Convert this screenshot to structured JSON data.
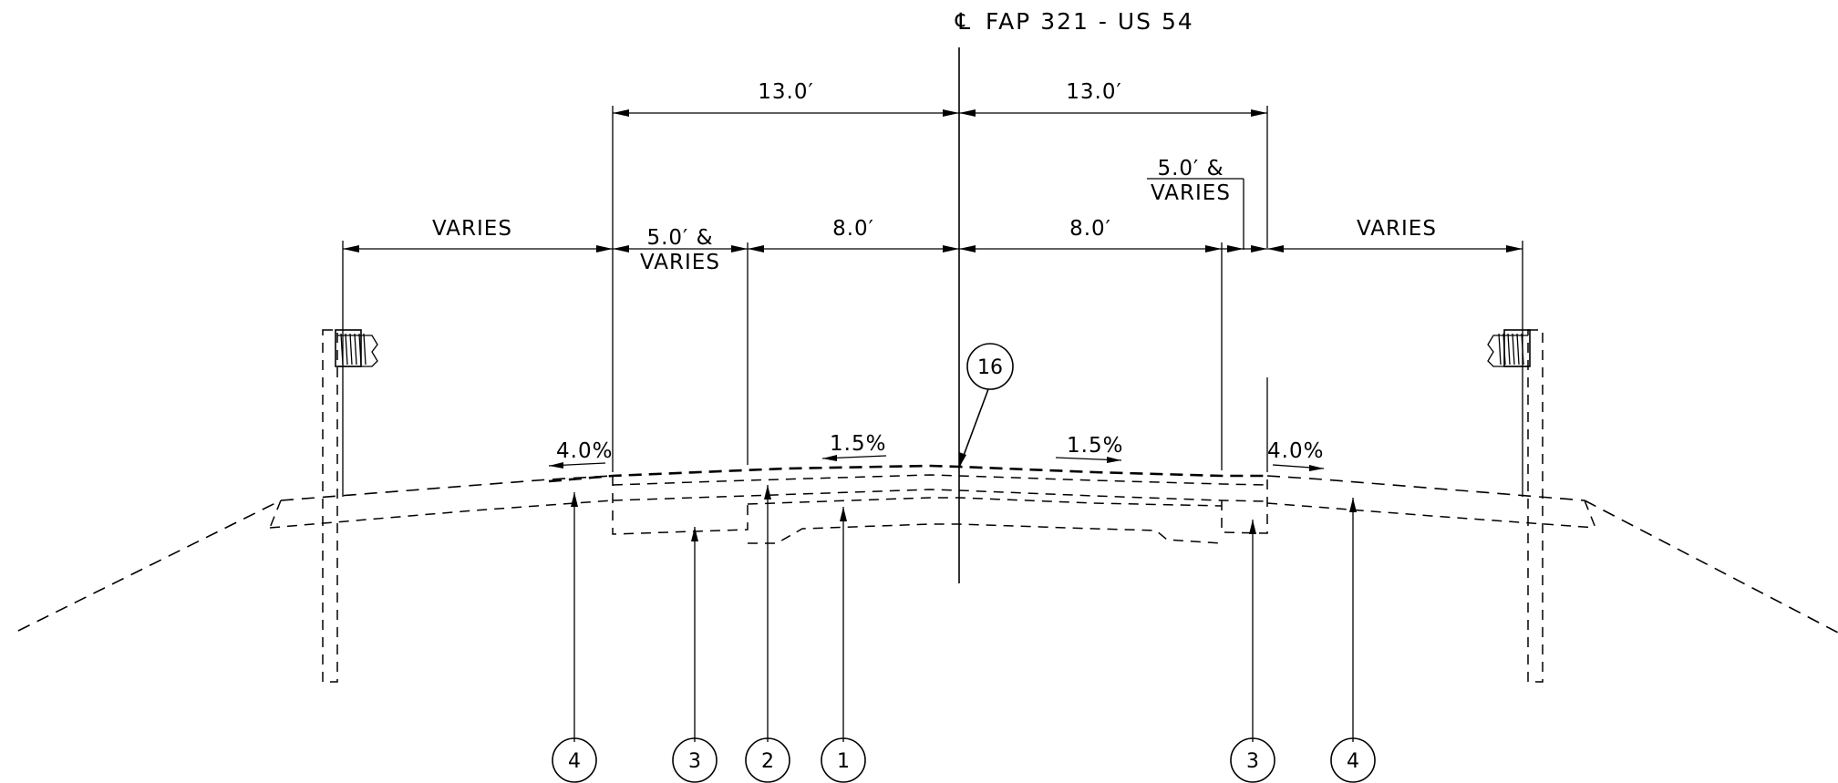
{
  "title": {
    "symbol": "℄",
    "route": "FAP 321 - US 54"
  },
  "dimensions": {
    "left_13": "13.0′",
    "right_13": "13.0′",
    "varies_left": "VARIES",
    "varies_right": "VARIES",
    "shoulder_left_line1": "5.0′ &",
    "shoulder_left_line2": "VARIES",
    "shoulder_right_line1": "5.0′ &",
    "shoulder_right_line2": "VARIES",
    "lane_left": "8.0′",
    "lane_right": "8.0′"
  },
  "slopes": {
    "shoulder_left": "4.0%",
    "lane_left": "1.5%",
    "lane_right": "1.5%",
    "shoulder_right": "4.0%"
  },
  "callouts": [
    {
      "label": "4"
    },
    {
      "label": "3"
    },
    {
      "label": "2"
    },
    {
      "label": "1"
    },
    {
      "label": "3"
    },
    {
      "label": "4"
    },
    {
      "label": "16"
    }
  ]
}
